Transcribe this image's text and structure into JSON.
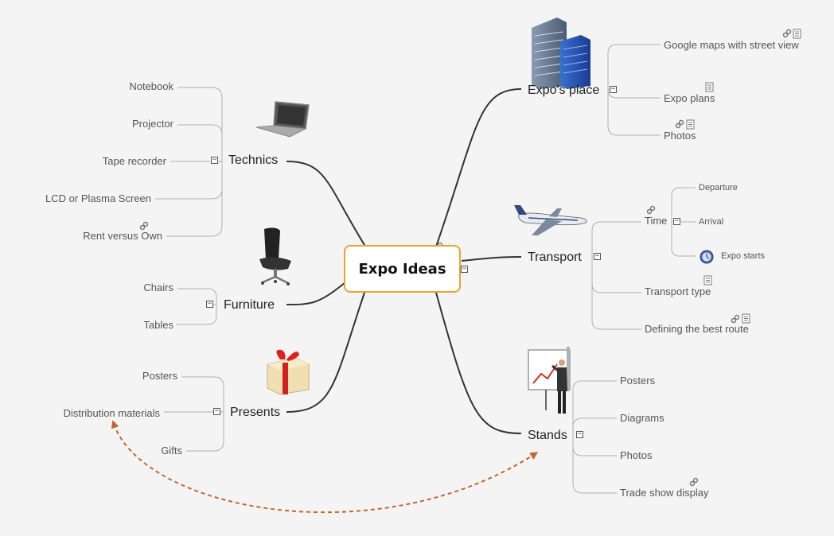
{
  "central": {
    "label": "Expo Ideas"
  },
  "branches": {
    "expos_place": {
      "label": "Expo's place",
      "children": [
        "Google maps with street view",
        "Expo plans",
        "Photos"
      ]
    },
    "transport": {
      "label": "Transport",
      "time": {
        "label": "Time",
        "children": [
          "Departure",
          "Arrival",
          "Expo starts"
        ]
      },
      "children": [
        "Transport type",
        "Defining the best route"
      ]
    },
    "stands": {
      "label": "Stands",
      "children": [
        "Posters",
        "Diagrams",
        "Photos",
        "Trade show display"
      ]
    },
    "technics": {
      "label": "Technics",
      "children": [
        "Notebook",
        "Projector",
        "Tape recorder",
        "LCD or Plasma Screen",
        "Rent versus Own"
      ]
    },
    "furniture": {
      "label": "Furniture",
      "children": [
        "Chairs",
        "Tables"
      ]
    },
    "presents": {
      "label": "Presents",
      "children": [
        "Posters",
        "Distribution materials",
        "Gifts"
      ]
    }
  },
  "toggle_symbol": "−",
  "icons": [
    "building-icon",
    "airplane-icon",
    "presentation-board-icon",
    "laptop-icon",
    "office-chair-icon",
    "gift-box-icon",
    "clock-icon",
    "link-icon",
    "note-icon"
  ],
  "colors": {
    "central_border": "#f0a030",
    "relation_arrow": "#c8652a",
    "branch_line": "#333333",
    "sub_line": "#b0b0b0"
  }
}
